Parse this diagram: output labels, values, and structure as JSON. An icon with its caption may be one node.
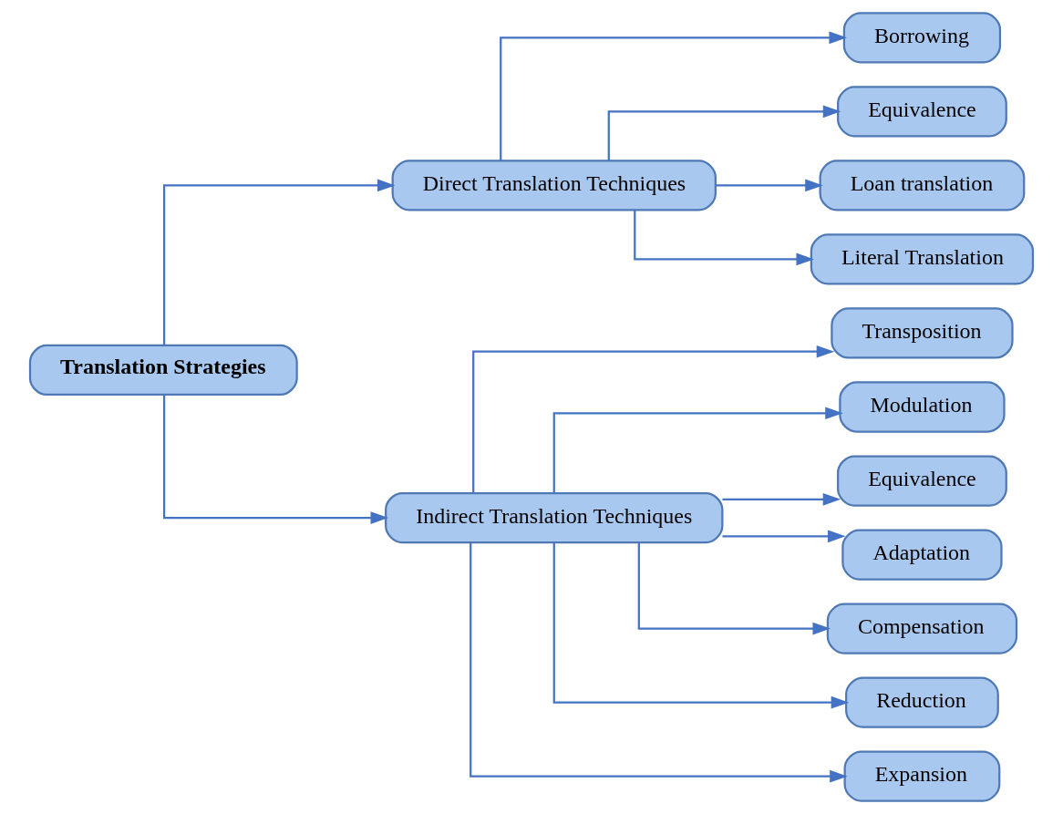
{
  "diagram": {
    "nodes": [
      {
        "text": [
          "Translation Strategies"
        ]
      },
      {
        "text": [
          "Direct Translation Techniques"
        ]
      },
      {
        "text": [
          "Indirect Translation Techniques"
        ]
      },
      {
        "text": [
          "Borrowing"
        ]
      },
      {
        "text": [
          "Equivalence"
        ]
      },
      {
        "text": [
          "Loan translation"
        ]
      },
      {
        "text": [
          "Literal Translation"
        ]
      },
      {
        "text": [
          "Transposition"
        ]
      },
      {
        "text": [
          "Modulation"
        ]
      },
      {
        "text": [
          "Equivalence"
        ]
      },
      {
        "text": [
          "Adaptation"
        ]
      },
      {
        "text": [
          "Compensation"
        ]
      },
      {
        "text": [
          "Reduction"
        ]
      },
      {
        "text": [
          "Expansion"
        ]
      }
    ],
    "edges": [
      {
        "from": 0,
        "to": 1,
        "arrow": "to"
      },
      {
        "from": 0,
        "to": 2,
        "arrow": "to"
      },
      {
        "from": 1,
        "to": 3,
        "arrow": "to"
      },
      {
        "from": 1,
        "to": 4,
        "arrow": "to"
      },
      {
        "from": 1,
        "to": 5,
        "arrow": "to"
      },
      {
        "from": 1,
        "to": 6,
        "arrow": "to"
      },
      {
        "from": 2,
        "to": 7,
        "arrow": "to"
      },
      {
        "from": 2,
        "to": 8,
        "arrow": "to"
      },
      {
        "from": 2,
        "to": 9,
        "arrow": "to"
      },
      {
        "from": 2,
        "to": 10,
        "arrow": "to"
      },
      {
        "from": 2,
        "to": 11,
        "arrow": "to"
      },
      {
        "from": 2,
        "to": 12,
        "arrow": "to"
      },
      {
        "from": 2,
        "to": 13,
        "arrow": "to"
      }
    ]
  }
}
